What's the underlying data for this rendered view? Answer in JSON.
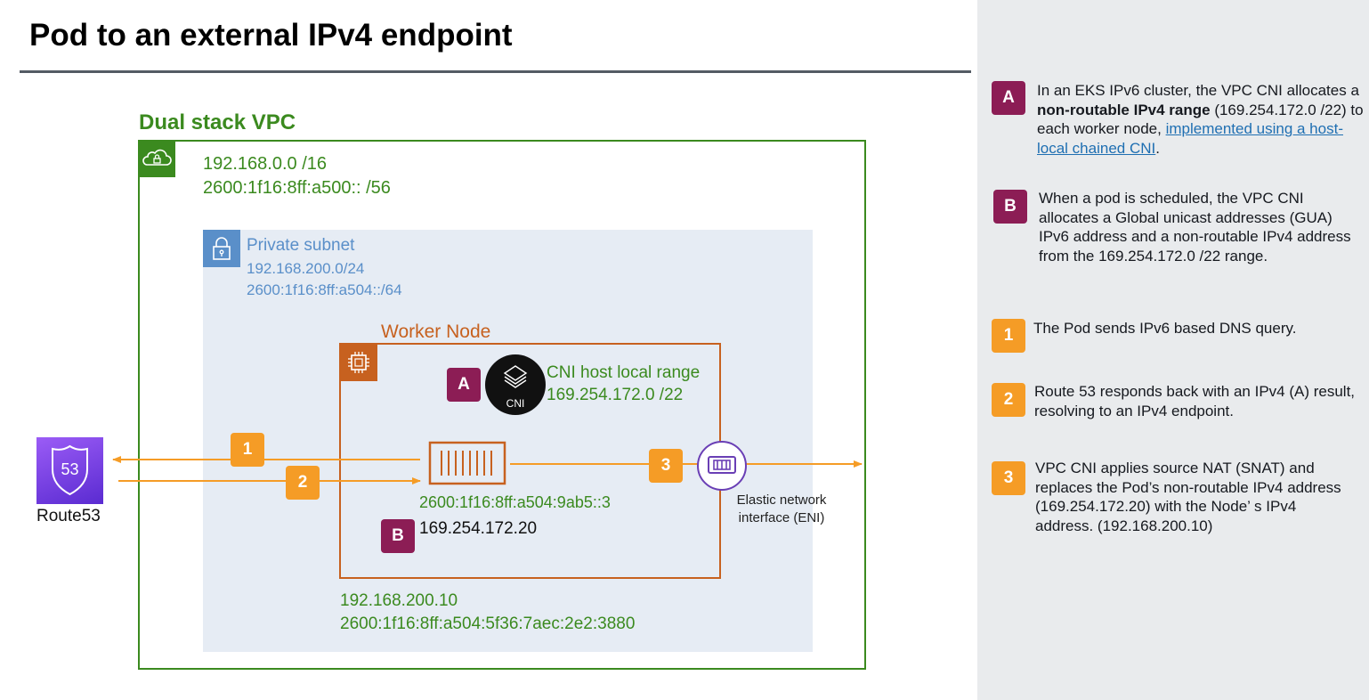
{
  "title": "Pod to an external IPv4 endpoint",
  "vpc": {
    "label": "Dual stack VPC",
    "ipv4_cidr": "192.168.0.0 /16",
    "ipv6_cidr": "2600:1f16:8ff:a500:: /56",
    "icon": "cloud-lock-icon"
  },
  "subnet": {
    "label": "Private subnet",
    "ipv4_cidr": "192.168.200.0/24",
    "ipv6_cidr": "2600:1f16:8ff:a504::/64",
    "icon": "lock-icon"
  },
  "worker_node": {
    "label": "Worker Node",
    "ipv4": "192.168.200.10",
    "ipv6": "2600:1f16:8ff:a504:5f36:7aec:2e2:3880",
    "icon": "chip-icon"
  },
  "cni": {
    "badge": "A",
    "logo_text": "CNI",
    "title": "CNI host local range",
    "range": "169.254.172.0 /22"
  },
  "pod": {
    "ipv6": "2600:1f16:8ff:a504:9ab5::3",
    "ipv4_badge": "B",
    "ipv4": "169.254.172.20",
    "icon": "container-icon"
  },
  "eni": {
    "label_line1": "Elastic network",
    "label_line2": "interface (ENI)",
    "icon": "eni-icon"
  },
  "route53": {
    "label": "Route53",
    "shield_text": "53",
    "icon": "route53-shield-icon"
  },
  "flow_steps": [
    "1",
    "2",
    "3"
  ],
  "notes": [
    {
      "badge": "A",
      "kind": "purple",
      "pre": "In an EKS IPv6 cluster, the VPC CNI allocates a ",
      "bold": "non-routable IPv4 range",
      "post": " (169.254.172.0 /22) to each worker node, ",
      "link": "implemented using a host-local chained CNI",
      "end": "."
    },
    {
      "badge": "B",
      "kind": "purple",
      "text": "When a pod is scheduled, the VPC CNI allocates a Global unicast addresses (GUA) IPv6 address and a non-routable IPv4 address from the 169.254.172.0 /22 range."
    },
    {
      "badge": "1",
      "kind": "orange",
      "text": "The Pod sends IPv6 based DNS query."
    },
    {
      "badge": "2",
      "kind": "orange",
      "text": "Route 53 responds back with an IPv4 (A) result, resolving to an IPv4 endpoint."
    },
    {
      "badge": "3",
      "kind": "orange",
      "text": "VPC CNI applies source NAT (SNAT) and replaces the Pod’s non-routable IPv4 address (169.254.172.20) with the Node’ s IPv4 address. (192.168.200.10)"
    }
  ],
  "colors": {
    "vpc_green": "#3b8a1f",
    "subnet_blue": "#5a8fc9",
    "node_orange": "#c7611f",
    "step_orange": "#f59c26",
    "badge_purple": "#8c1d55",
    "route53_purple": "#7b3fe4",
    "panel_gray": "#e9ebed"
  }
}
